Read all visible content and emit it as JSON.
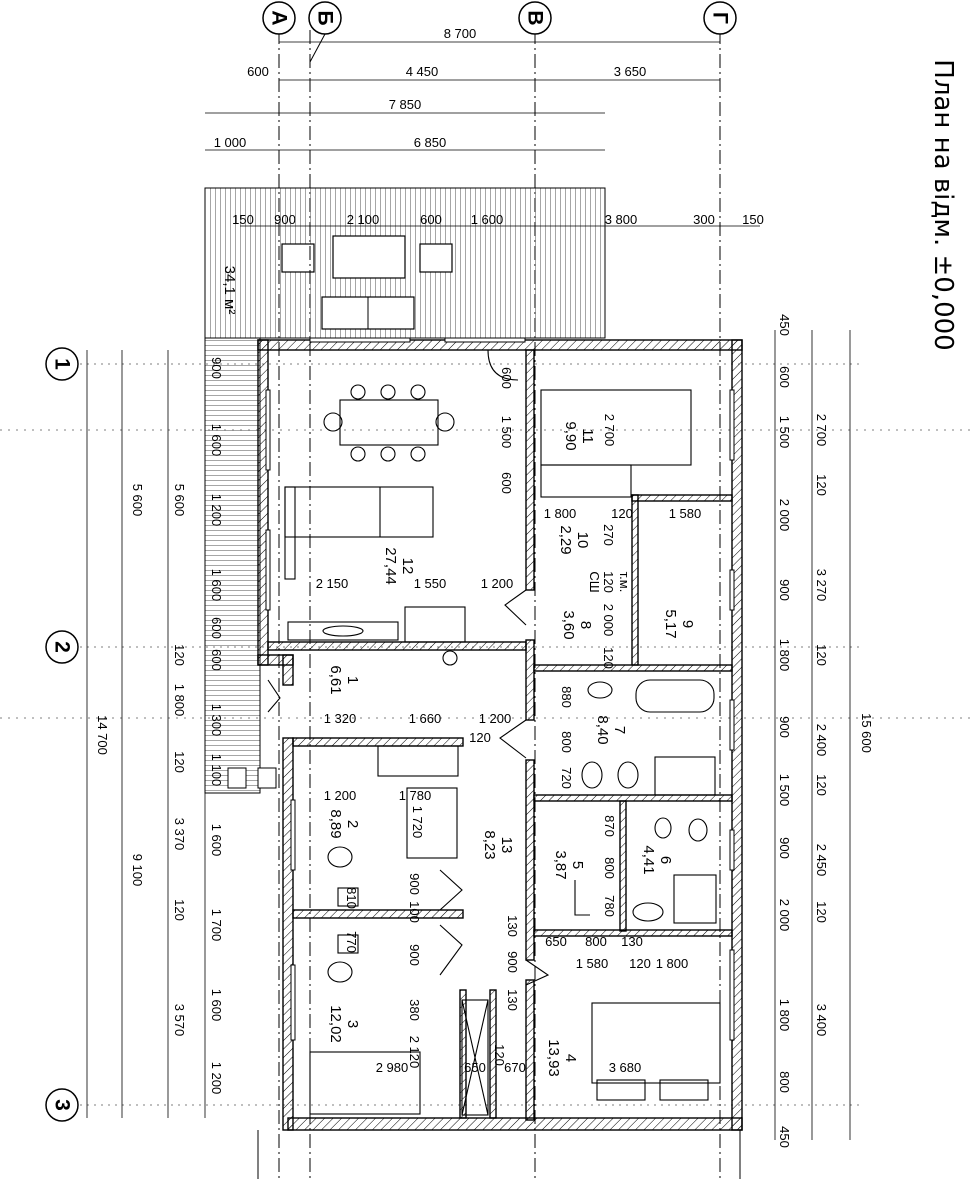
{
  "title": "План на відм. ±0,000",
  "axes": {
    "letters": [
      "А",
      "Б",
      "В",
      "Г"
    ],
    "numbers": [
      "1",
      "2",
      "3"
    ]
  },
  "terrace_area": "34,1 м²",
  "rooms": [
    {
      "num": "1",
      "area": "6,61"
    },
    {
      "num": "2",
      "area": "8,89"
    },
    {
      "num": "3",
      "area": "12,02"
    },
    {
      "num": "4",
      "area": "13,93"
    },
    {
      "num": "5",
      "area": "3,87"
    },
    {
      "num": "6",
      "area": "4,41"
    },
    {
      "num": "7",
      "area": "8,40"
    },
    {
      "num": "8",
      "area": "3,60"
    },
    {
      "num": "9",
      "area": "5,17"
    },
    {
      "num": "10",
      "area": "2,29"
    },
    {
      "num": "11",
      "area": "9,90"
    },
    {
      "num": "12",
      "area": "27,44"
    },
    {
      "num": "13",
      "area": "8,23"
    }
  ],
  "labels": {
    "sh": "СШ",
    "tm": "т.м."
  },
  "dims_top": {
    "total": "8 700",
    "a": "600",
    "b": "4 450",
    "c": "3 650",
    "terrace_total": "7 850",
    "terrace_a": "1 000",
    "terrace_b": "6 850",
    "t1": "150",
    "t2": "900",
    "t3": "2 100",
    "t4": "600",
    "t5": "1 600",
    "t6": "3 800",
    "t7": "300",
    "t8": "150"
  },
  "dims_left": {
    "overall": "14 700",
    "upper": "5 600",
    "lower": "9 100",
    "upper_in": "5 600",
    "s900": "900",
    "s1600a": "1 600",
    "s1200a": "1 200",
    "s1600b": "1 600",
    "s120a": "120",
    "s600a": "600",
    "s600b": "600",
    "s1800": "1 800",
    "s1300": "1 300",
    "s120b": "120",
    "s1100": "1 100",
    "s3370": "3 370",
    "s1600c": "1 600",
    "s120c": "120",
    "s1700": "1 700",
    "s3570": "3 570",
    "s1600d": "1 600",
    "s1200b": "1 200"
  },
  "dims_right": {
    "overall": "15 600",
    "r450a": "450",
    "r600": "600",
    "r1500a": "1 500",
    "r2700": "2 700",
    "r120a": "120",
    "r2000a": "2 000",
    "r900a": "900",
    "r3270": "3 270",
    "r1800a": "1 800",
    "r120b": "120",
    "r900b": "900",
    "r2400": "2 400",
    "r1500b": "1 500",
    "r120c": "120",
    "r900c": "900",
    "r2450": "2 450",
    "r2000b": "2 000",
    "r120d": "120",
    "r1800b": "1 800",
    "r3400": "3 400",
    "r800": "800",
    "r450b": "450"
  },
  "dims_inner": {
    "d600a": "600",
    "d1500": "1 500",
    "d600b": "600",
    "d2700": "2 700",
    "d1800": "1 800",
    "d120a": "120",
    "d1580a": "1 580",
    "d270": "270",
    "d120b": "120",
    "d2000": "2 000",
    "d2150": "2 150",
    "d1550": "1 550",
    "d1200a": "1 200",
    "d120c": "120",
    "d880": "880",
    "d800a": "800",
    "d720": "720",
    "d1320": "1 320",
    "d1660": "1 660",
    "d1200b": "1 200",
    "d120d": "120",
    "d1200c": "1 200",
    "d1780": "1 780",
    "d1720": "1 720",
    "d870": "870",
    "d800b": "800",
    "d780": "780",
    "d900a": "900",
    "d810": "810",
    "d100": "100",
    "d770": "770",
    "d900b": "900",
    "d130a": "130",
    "d900c": "900",
    "d650a": "650",
    "d800c": "800",
    "d130b": "130",
    "d1580b": "1 580",
    "d120e": "120",
    "d1800b": "1 800",
    "d380": "380",
    "d2120": "2 120",
    "d130c": "130",
    "d120f": "120",
    "d2980": "2 980",
    "d650b": "650",
    "d670": "670",
    "d3680": "3 680"
  }
}
